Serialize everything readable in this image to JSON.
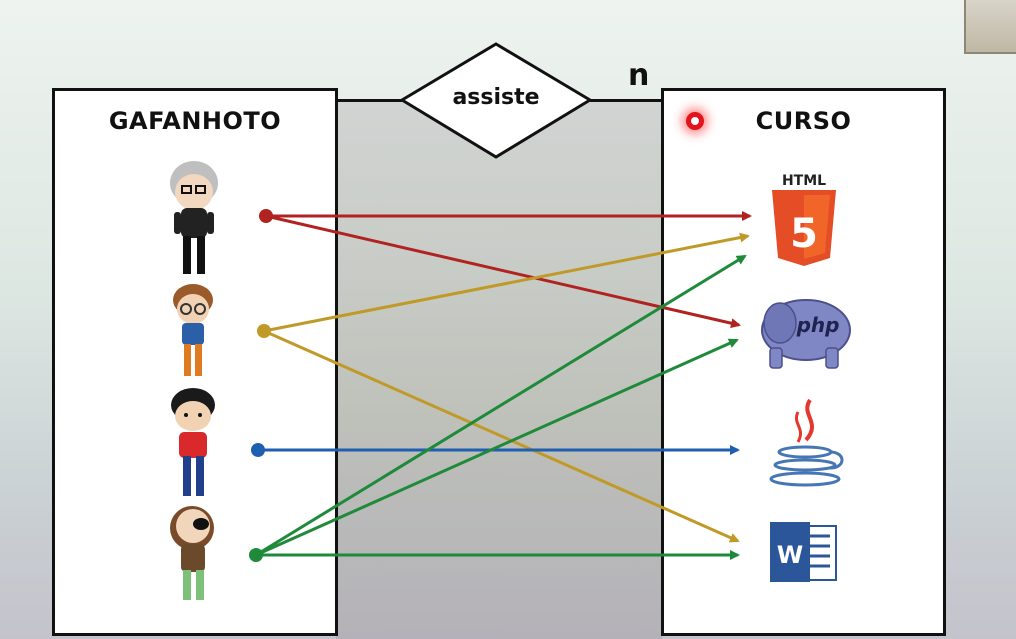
{
  "relationship": {
    "label": "assiste",
    "cardinality": "n"
  },
  "left_entity": {
    "title": "GAFANHOTO",
    "people": [
      "gray-haired-man-with-glasses",
      "curly-haired-boy-with-glasses",
      "black-haired-boy-red-shirt",
      "woman-with-sunglasses"
    ]
  },
  "right_entity": {
    "title": "CURSO",
    "courses": [
      {
        "name": "HTML",
        "icon": "html5-icon"
      },
      {
        "name": "php",
        "icon": "php-elephant-icon"
      },
      {
        "name": "java",
        "icon": "java-cup-icon"
      },
      {
        "name": "W",
        "icon": "word-icon"
      }
    ]
  },
  "links": [
    {
      "from": 0,
      "to": 0,
      "color": "#b02320"
    },
    {
      "from": 0,
      "to": 1,
      "color": "#b02320"
    },
    {
      "from": 1,
      "to": 0,
      "color": "#c09a28"
    },
    {
      "from": 1,
      "to": 3,
      "color": "#c09a28"
    },
    {
      "from": 2,
      "to": 2,
      "color": "#1f5fb0"
    },
    {
      "from": 3,
      "to": 0,
      "color": "#1e8a3a"
    },
    {
      "from": 3,
      "to": 1,
      "color": "#1e8a3a"
    },
    {
      "from": 3,
      "to": 3,
      "color": "#1e8a3a"
    }
  ]
}
